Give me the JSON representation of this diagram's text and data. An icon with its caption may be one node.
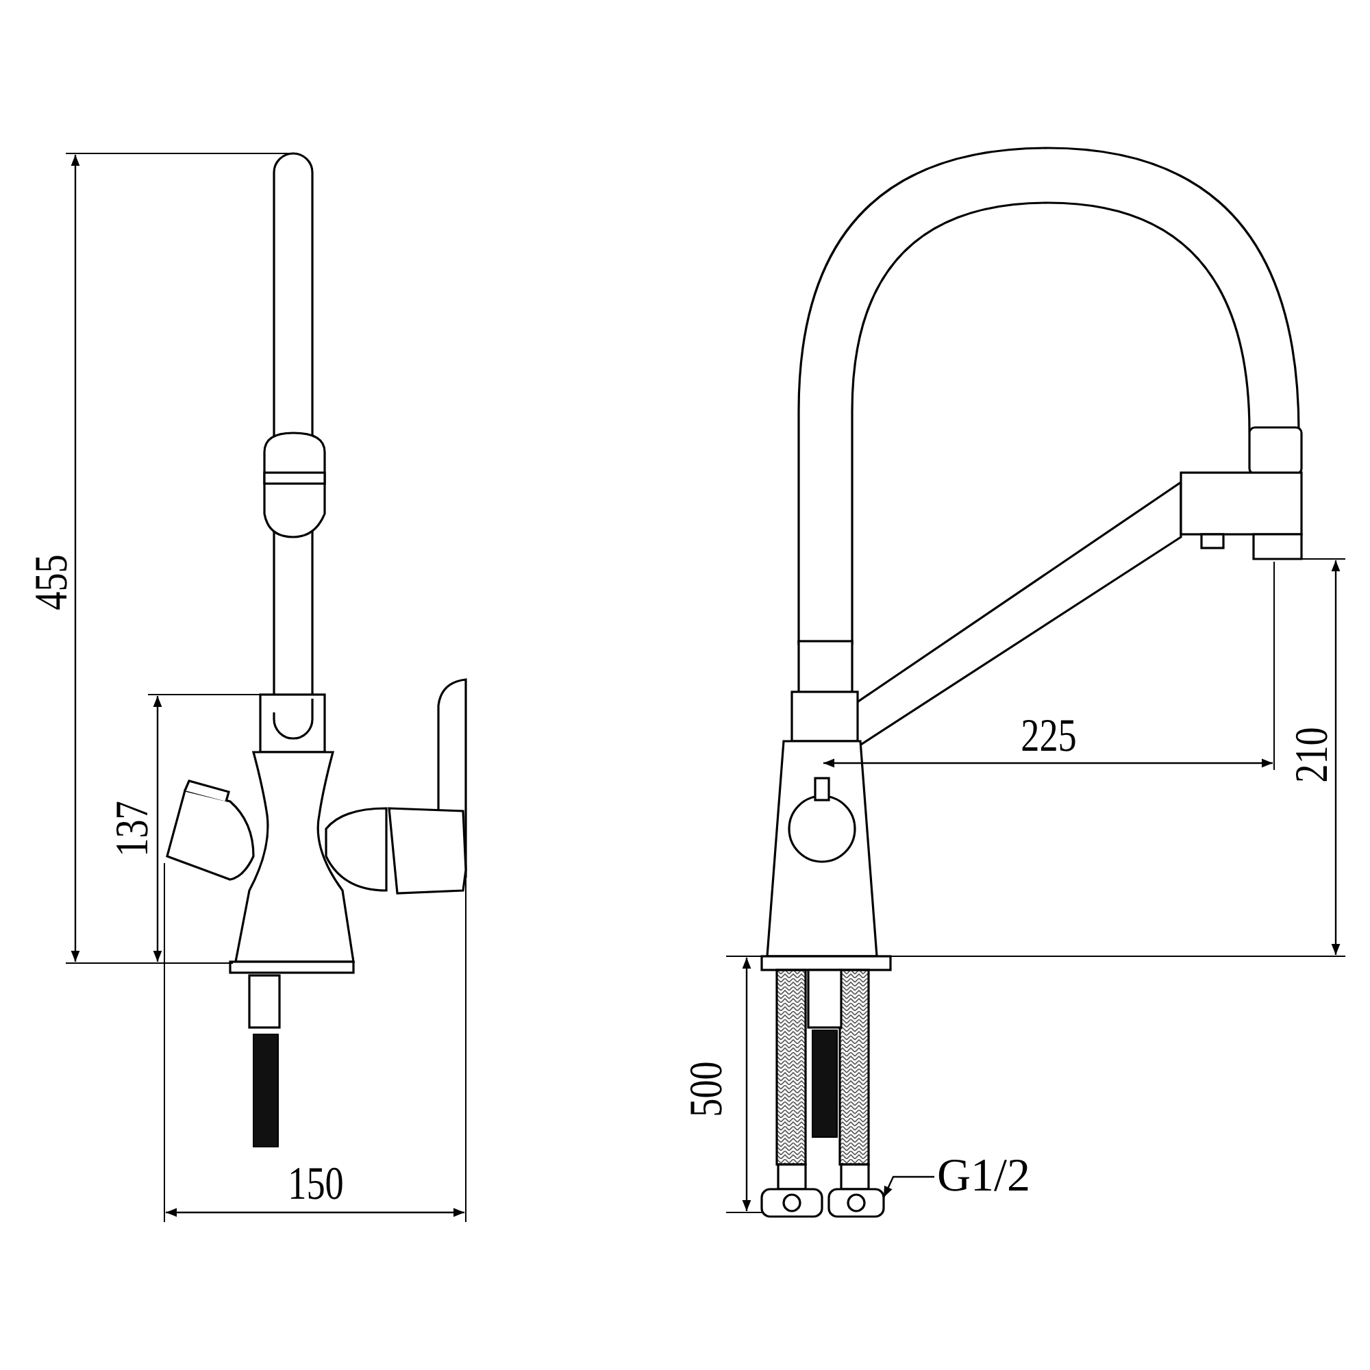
{
  "diagram": {
    "nodes": [
      {
        "text": [
          "G1/2"
        ]
      },
      {
        "text": [],
        "shape": "picture"
      }
    ],
    "edges": [
      {
        "from": 0,
        "to": 1,
        "arrow": "to"
      }
    ],
    "labels": [
      "455",
      "137",
      "150",
      "225",
      "210",
      "500"
    ]
  }
}
